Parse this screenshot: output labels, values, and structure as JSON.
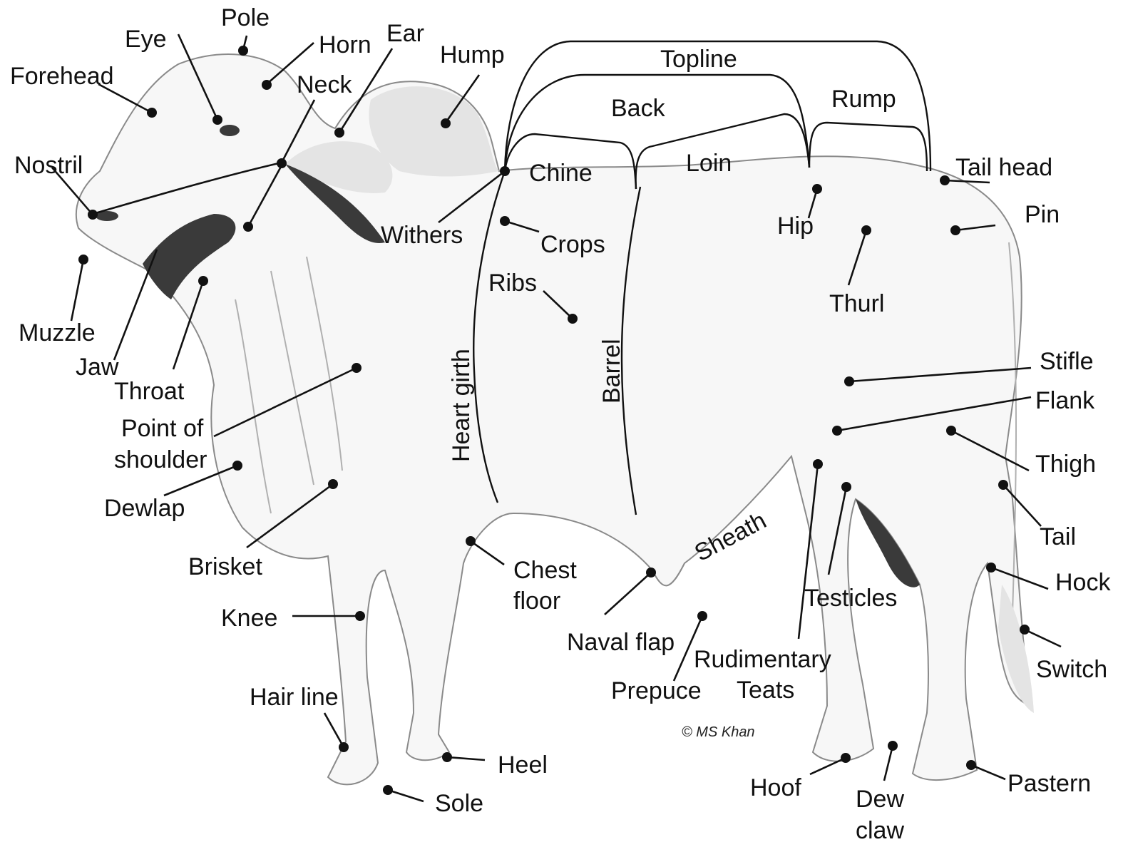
{
  "labels": {
    "pole": "Pole",
    "eye": "Eye",
    "horn": "Horn",
    "ear": "Ear",
    "hump": "Hump",
    "forehead": "Forehead",
    "neck": "Neck",
    "nostril": "Nostril",
    "muzzle": "Muzzle",
    "jaw": "Jaw",
    "throat": "Throat",
    "point_of_shoulder_1": "Point of",
    "point_of_shoulder_2": "shoulder",
    "dewlap": "Dewlap",
    "brisket": "Brisket",
    "knee": "Knee",
    "hair_line": "Hair line",
    "heel": "Heel",
    "sole": "Sole",
    "topline": "Topline",
    "back": "Back",
    "rump": "Rump",
    "chine": "Chine",
    "loin": "Loin",
    "withers": "Withers",
    "crops": "Crops",
    "ribs": "Ribs",
    "heart_girth": "Heart girth",
    "barrel": "Barrel",
    "hip": "Hip",
    "thurl": "Thurl",
    "tail_head": "Tail head",
    "pin": "Pin",
    "stifle": "Stifle",
    "flank": "Flank",
    "thigh": "Thigh",
    "tail": "Tail",
    "hock": "Hock",
    "switch": "Switch",
    "chest_floor_1": "Chest",
    "chest_floor_2": "floor",
    "sheath": "Sheath",
    "naval_flap": "Naval flap",
    "prepuce": "Prepuce",
    "rudimentary_1": "Rudimentary",
    "rudimentary_2": "Teats",
    "testicles": "Testicles",
    "hoof": "Hoof",
    "dew_claw_1": "Dew",
    "dew_claw_2": "claw",
    "pastern": "Pastern"
  },
  "copyright": "© MS Khan",
  "colors": {
    "ink": "#111111",
    "background": "#ffffff",
    "animal_fill": "#f7f7f7",
    "animal_shade": "#e4e4e4"
  }
}
